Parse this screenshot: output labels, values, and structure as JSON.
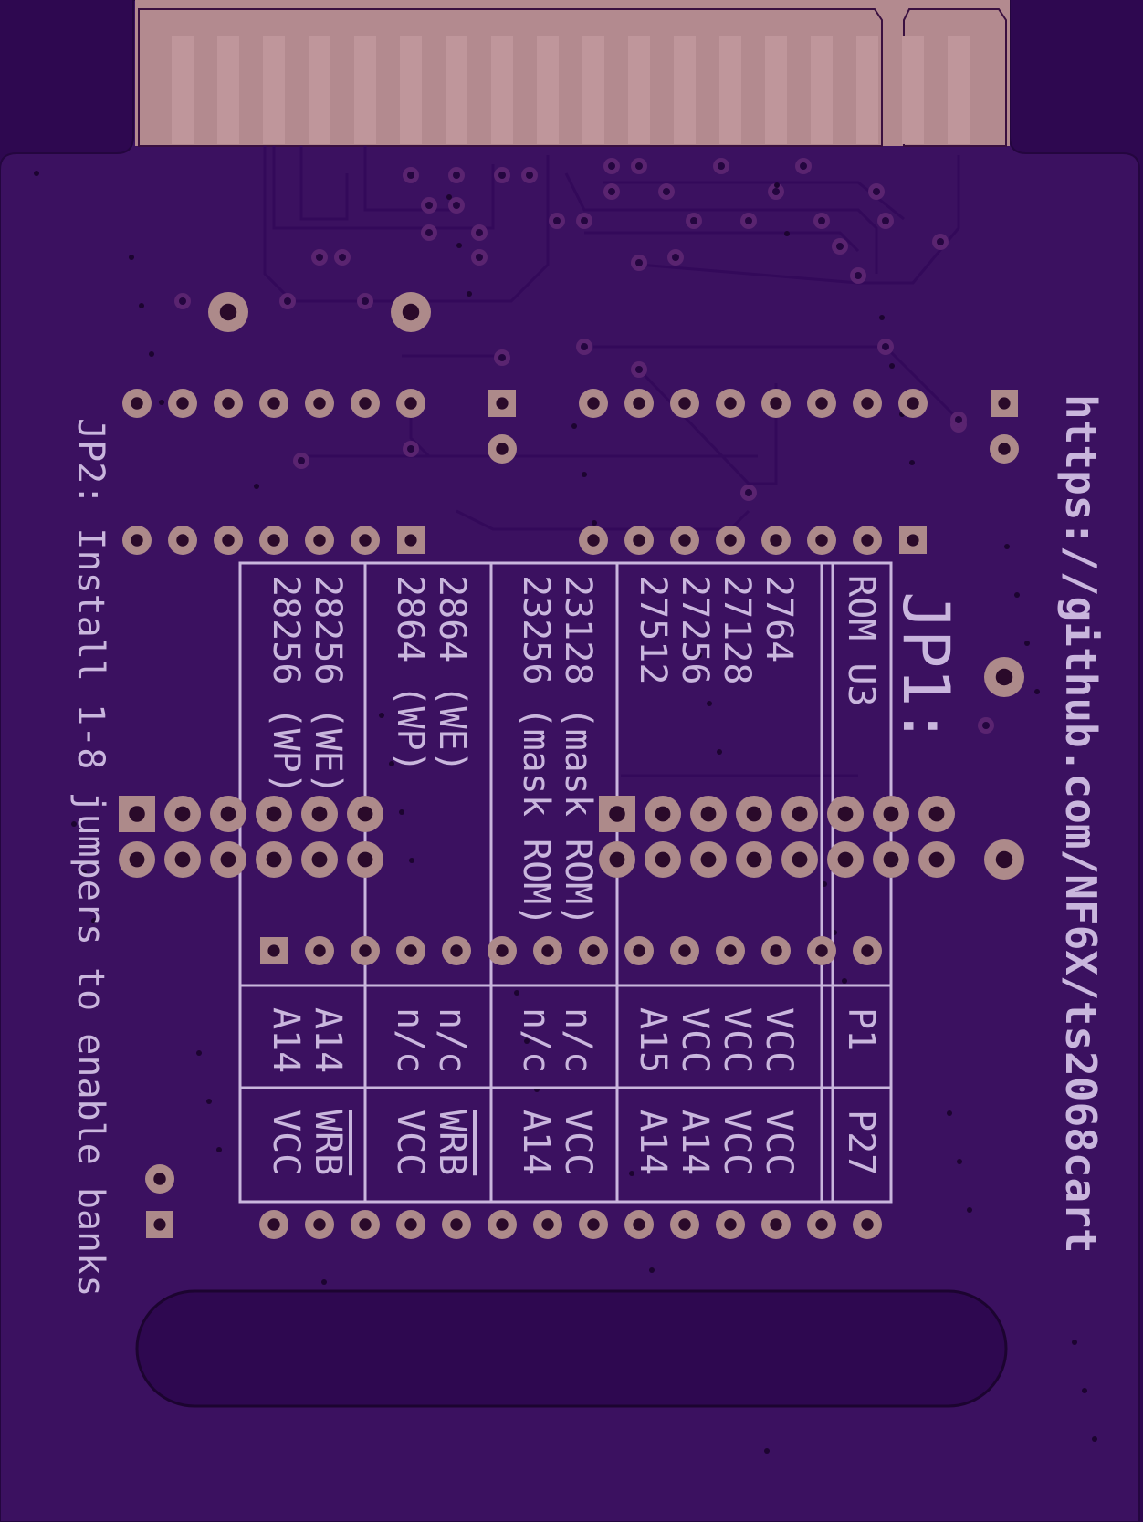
{
  "board": {
    "colors": {
      "board": "#3b1160",
      "outside": "#2e0850",
      "silkscreen": "#c9b6dd",
      "copper_pad": "#ad8a8a",
      "edge_connector": "#b38a8f"
    },
    "url_text": "https://github.com/NF6X/ts2068cart",
    "jp2_note": "JP2: Install 1-8 jumpers to enable banks",
    "jp1_title": "JP1:",
    "table": {
      "col_header": "ROM U3",
      "rom_groups": [
        [
          "2764",
          "27128",
          "27256",
          "27512"
        ],
        [
          "23128 (mask ROM)",
          "23256 (mask ROM)"
        ],
        [
          "2864 (WE)",
          "2864 (WP)"
        ],
        [
          "28256 (WE)",
          "28256 (WP)"
        ]
      ],
      "p1_header": "P1",
      "p1_values": [
        [
          "VCC",
          "VCC",
          "VCC",
          "A15"
        ],
        [
          "n/c",
          "n/c"
        ],
        [
          "n/c",
          "n/c"
        ],
        [
          "A14",
          "A14"
        ]
      ],
      "p27_header": "P27",
      "p27_values": [
        [
          "VCC",
          "VCC",
          "A14",
          "A14"
        ],
        [
          "VCC",
          "A14"
        ],
        [
          "WRB",
          "VCC"
        ],
        [
          "WRB",
          "VCC"
        ]
      ]
    }
  }
}
